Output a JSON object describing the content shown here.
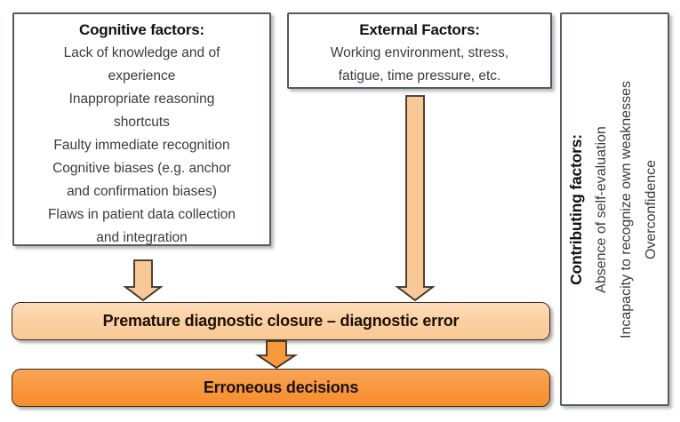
{
  "boxes": {
    "cognitive": {
      "title": "Cognitive factors:",
      "lines": [
        "Lack of knowledge and of",
        "experience",
        "Inappropriate reasoning",
        "shortcuts",
        "Faulty immediate recognition",
        "Cognitive biases (e.g. anchor",
        "and confirmation biases)",
        "Flaws in patient data collection",
        "and integration"
      ]
    },
    "external": {
      "title": "External Factors:",
      "lines": [
        "Working environment, stress,",
        "fatigue, time pressure, etc."
      ]
    },
    "contributing": {
      "title": "Contributing factors:",
      "lines": [
        "Absence of self-evaluation",
        "Incapacity to recognize own weaknesses",
        "Overconfidence"
      ]
    }
  },
  "bars": {
    "premature": {
      "label": "Premature diagnostic closure – diagnostic error"
    },
    "erroneous": {
      "label": "Erroneous decisions"
    }
  },
  "colors": {
    "box_border": "#555a63",
    "title_color": "#111111",
    "body_color": "#3b3b3b",
    "bar_text": "#1d1007",
    "bar_border": "#3a2c1e",
    "bar1_fill": "#fbcfa0",
    "bar2_fill": "#f8963a",
    "arrow_light": "#f9c995",
    "arrow_dark": "#f79a3c",
    "arrow_stroke": "#38302a"
  }
}
